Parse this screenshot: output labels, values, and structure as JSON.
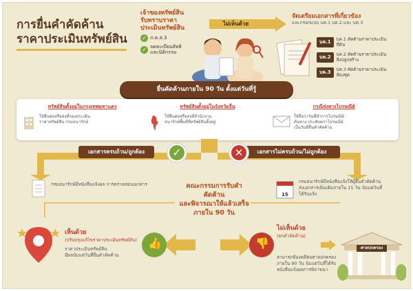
{
  "title": {
    "line1": "การยื่นคำคัดค้าน",
    "line2": "ราคาประเมินทรัพย์สิน"
  },
  "owner": {
    "heading": "เจ้าของทรัพย์สิน\nรับทราบราคา\nประเมินทรัพย์สิน",
    "checks": [
      "ภ.ด.ส.3",
      "จดทะเบียนสิทธิ\nและนิติกรรม"
    ]
  },
  "disagree_top": "ไม่เห็นด้วย",
  "prepare": {
    "heading": "จัดเตรียมเอกสารที่เกี่ยวข้อง",
    "sub": "และกรอกแบบ บค.1 บค.2 และ บค.3",
    "forms": [
      {
        "tag": "บค.1",
        "text": "บค.1 คัดค้านราคาประเมิน\nที่ดิน"
      },
      {
        "tag": "บค.2",
        "text": "บค.2 คัดค้านราคาประเมิน\nสิ่งปลูกสร้าง"
      },
      {
        "tag": "บค.3",
        "text": "บค.3 คัดค้านราคาประเมิน\nห้องชุด"
      }
    ]
  },
  "deadline": "ยื่นคัดค้านภายใน 90 วัน ตั้งแต่วันที่รู้",
  "cases": [
    {
      "heading": "ทรัพย์สินตั้งอยู่ในกรุงเทพมหานคร",
      "text": "ให้ยื่นต่อหรือส่งที่กองประเมิน\nราคาทรัพย์สิน กรมธนารักษ์"
    },
    {
      "heading": "ทรัพย์สินตั้งอยู่ในจังหวัดอื่น",
      "text": "ให้ยื่นต่อหรือส่งที่สำนักงาน\nธนารักษ์พื้นที่ที่ทรัพย์สินตั้งอยู่"
    },
    {
      "heading": "กรณีส่งทางไปรษณีย์",
      "text": "ให้ถือว่าวันที่ทำการไปรษณีย์\nต้นทาง ประทับตราไปรษณีย์\nเป็นวันที่ยื่นคำคัดค้าน"
    }
  ],
  "docs_ok": "เอกสารครบถ้วน/ถูกต้อง",
  "docs_bad": "เอกสารไม่ครบถ้วน/ไม่ถูกต้อง",
  "notice_ok": "กรมธนารักษ์มีหนังสือแจ้งผล\nการตรวจสอบเอกสาร",
  "notice_bad": "กรมธนารักษ์มีหนังสือแจ้งให้ผู้ยื่นคำคัดค้าน\nส่งเอกสารเพิ่มเติมภายใน 15 วัน นับแต่วันที่\nได้รับแจ้ง",
  "calendar_num": "15",
  "committee": "คณะกรรมการรับคำคัดค้าน\nและพิจารณาให้แล้วเสร็จ\nภายใน 90 วัน",
  "agree": {
    "heading": "เห็นด้วย",
    "sub": "(ปรับปรุงแก้ไขราคาประเมินทรัพย์สิน)",
    "text": "ราคาประเมินทรัพย์สิน\nมีผลนับแต่วันที่ยื่นคำคัดค้าน"
  },
  "disagree": {
    "heading": "ไม่เห็นด้วย",
    "sub": "(ยกคำคัดค้าน)",
    "text": "สามารถฟ้องคดีต่อศาลปกครอง\nภายใน 90 วัน นับแต่วันที่ได้รับ\nหนังสือแจ้งผลการพิจารณา"
  },
  "court_label": "ศาลปกครอง",
  "colors": {
    "brown": "#6f3d20",
    "orange": "#b64a1e",
    "green": "#7aa63a",
    "red": "#c23b2c",
    "bg": "#f1ead2",
    "arrowYellow": "#e3b84b"
  }
}
